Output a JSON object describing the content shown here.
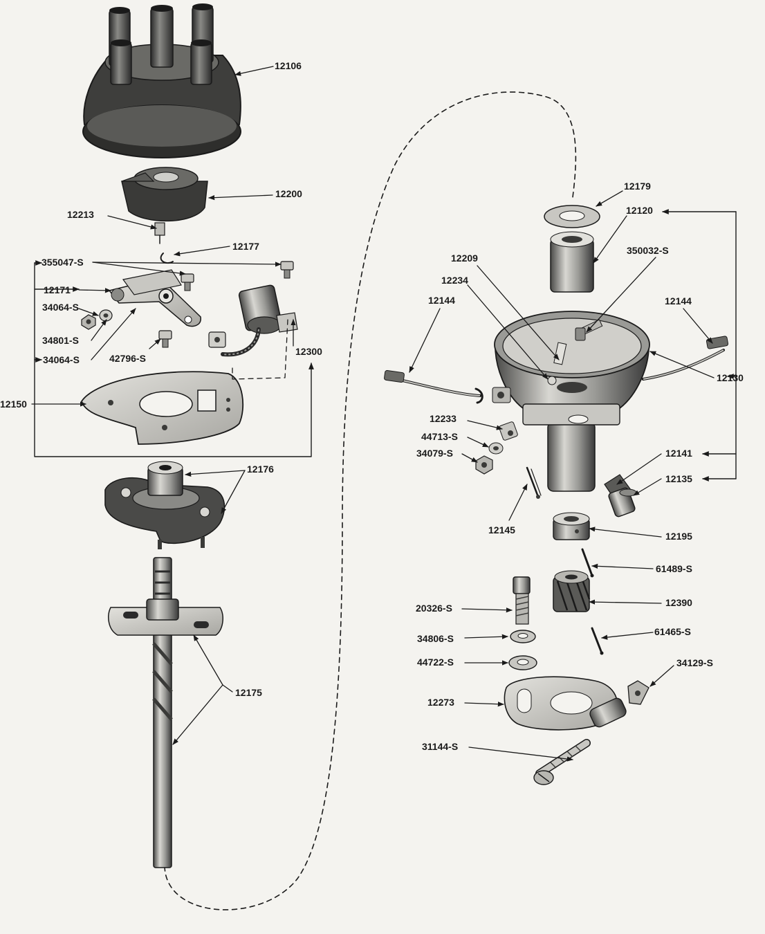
{
  "colors": {
    "paper": "#f4f3ef",
    "ink": "#1a1a1a",
    "metal_dark": "#3a3a3a",
    "metal_mid": "#9a9a96",
    "metal_light": "#d8d7d2"
  },
  "labels": {
    "l12106": "12106",
    "l12200": "12200",
    "l12213": "12213",
    "l12177": "12177",
    "l355047s": "355047-S",
    "l12171": "12171",
    "l34064s_a": "34064-S",
    "l34801s": "34801-S",
    "l34064s_b": "34064-S",
    "l42796s": "42796-S",
    "l12300": "12300",
    "l12150": "12150",
    "l12176": "12176",
    "l12175": "12175",
    "l12179": "12179",
    "l12120": "12120",
    "l350032s": "350032-S",
    "l12209": "12209",
    "l12234": "12234",
    "l12144_a": "12144",
    "l12144_b": "12144",
    "l12130": "12130",
    "l12233": "12233",
    "l44713s": "44713-S",
    "l34079s": "34079-S",
    "l12141": "12141",
    "l12135": "12135",
    "l12145": "12145",
    "l12195": "12195",
    "l61489s": "61489-S",
    "l20326s": "20326-S",
    "l12390": "12390",
    "l34806s": "34806-S",
    "l61465s": "61465-S",
    "l44722s": "44722-S",
    "l34129s": "34129-S",
    "l12273": "12273",
    "l31144s": "31144-S"
  }
}
